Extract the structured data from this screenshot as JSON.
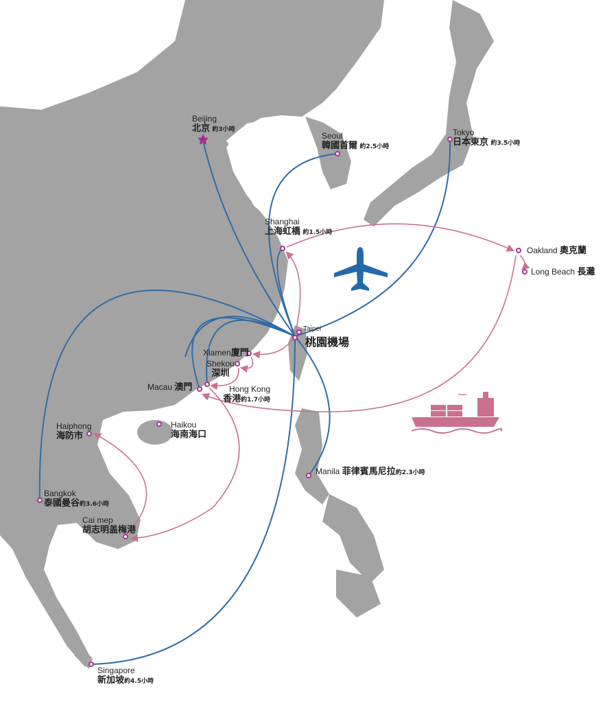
{
  "hub": {
    "en": "Taipei",
    "zh": "桃園機場"
  },
  "cities": {
    "beijing": {
      "en": "Beijing",
      "zh": "北京",
      "duration": "約3小時"
    },
    "seoul": {
      "en": "Seoul",
      "zh": "韓國首爾",
      "duration": "約2.5小時"
    },
    "tokyo": {
      "en": "Tokyo",
      "zh": "日本東京",
      "duration": "約3.5小時"
    },
    "shanghai": {
      "en": "Shanghai",
      "zh": "上海虹橋",
      "duration": "約1.5小時"
    },
    "oakland": {
      "en": "Oakland",
      "zh": "奧克蘭"
    },
    "longbeach": {
      "en": "Long Beach",
      "zh": "長灘"
    },
    "xiamen": {
      "en": "Xiamen",
      "zh": "廈門"
    },
    "shekou": {
      "en": "Shekou",
      "zh": "深圳"
    },
    "hongkong": {
      "en": "Hong Kong",
      "zh": "香港",
      "duration": "約1.7小時"
    },
    "macau": {
      "en": "Macau",
      "zh": "澳門"
    },
    "haikou": {
      "en": "Haikou",
      "zh": "海南海口"
    },
    "haiphong": {
      "en": "Haiphong",
      "zh": "海防市"
    },
    "bangkok": {
      "en": "Bangkok",
      "zh": "泰國曼谷",
      "duration": "約3.6小時"
    },
    "caimep": {
      "en": "Cai mep",
      "zh": "胡志明盖梅港"
    },
    "manila": {
      "en": "Manila",
      "zh": "菲律賓馬尼拉",
      "duration": "約2.3小時"
    },
    "singapore": {
      "en": "Singapore",
      "zh": "新加坡",
      "duration": "約4.5小時"
    }
  },
  "legend_icons": {
    "air": "airplane-icon",
    "sea": "cargo-ship-icon"
  },
  "colors": {
    "air_route": "#2f6ca8",
    "sea_route": "#c9718f",
    "land": "#a3a3a3",
    "marker": "#a8308c"
  }
}
